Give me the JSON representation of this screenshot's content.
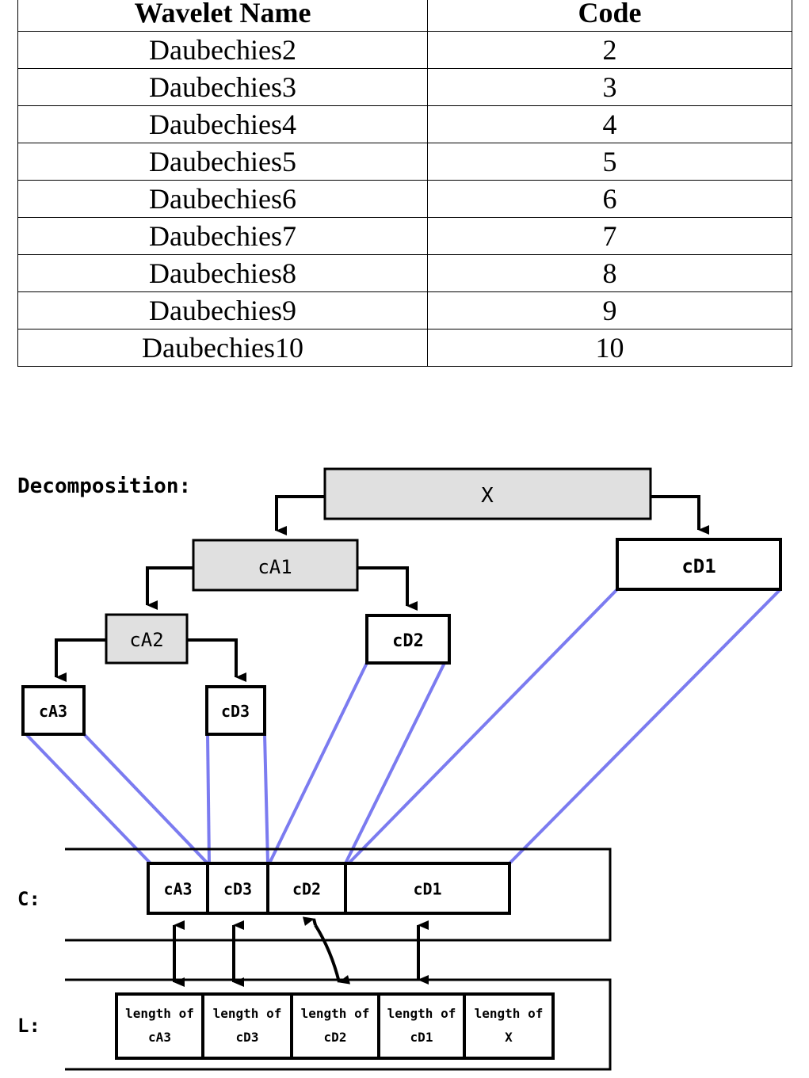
{
  "table": {
    "headers": [
      "Wavelet Name",
      "Code"
    ],
    "rows": [
      [
        "Daubechies2",
        "2"
      ],
      [
        "Daubechies3",
        "3"
      ],
      [
        "Daubechies4",
        "4"
      ],
      [
        "Daubechies5",
        "5"
      ],
      [
        "Daubechies6",
        "6"
      ],
      [
        "Daubechies7",
        "7"
      ],
      [
        "Daubechies8",
        "8"
      ],
      [
        "Daubechies9",
        "9"
      ],
      [
        "Daubechies10",
        "10"
      ]
    ]
  },
  "diagram": {
    "title": "Decomposition:",
    "nodes": {
      "x": "X",
      "ca1": "cA1",
      "cd1": "cD1",
      "ca2": "cA2",
      "cd2": "cD2",
      "ca3": "cA3",
      "cd3": "cD3"
    },
    "c_label": "C:",
    "l_label": "L:",
    "c_boxes": [
      "cA3",
      "cD3",
      "cD2",
      "cD1"
    ],
    "l_boxes": [
      "length of cA3",
      "length of cD3",
      "length of cD2",
      "length of cD1",
      "length of X"
    ],
    "colors": {
      "approx_fill": "#e0e0e0",
      "link_line": "#7b7bf0"
    }
  }
}
